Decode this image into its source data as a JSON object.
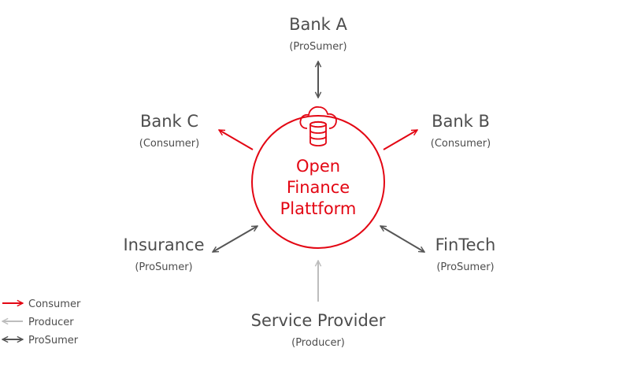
{
  "colors": {
    "consumer": "#e30613",
    "producer": "#bdbdbd",
    "prosumer": "#555555",
    "text": "#4d4d4d",
    "background": "#ffffff"
  },
  "center": {
    "icon": "cloud-database-icon",
    "lines": [
      "Open",
      "Finance",
      "Plattform"
    ]
  },
  "nodes": [
    {
      "id": "bank-a",
      "name": "Bank A",
      "role": "(ProSumer)",
      "type": "prosumer"
    },
    {
      "id": "bank-b",
      "name": "Bank B",
      "role": "(Consumer)",
      "type": "consumer"
    },
    {
      "id": "bank-c",
      "name": "Bank C",
      "role": "(Consumer)",
      "type": "consumer"
    },
    {
      "id": "insurance",
      "name": "Insurance",
      "role": "(ProSumer)",
      "type": "prosumer"
    },
    {
      "id": "fintech",
      "name": "FinTech",
      "role": "(ProSumer)",
      "type": "prosumer"
    },
    {
      "id": "service-provider",
      "name": "Service Provider",
      "role": "(Producer)",
      "type": "producer"
    }
  ],
  "legend": [
    {
      "type": "consumer",
      "label": "Consumer"
    },
    {
      "type": "producer",
      "label": "Producer"
    },
    {
      "type": "prosumer",
      "label": "ProSumer"
    }
  ]
}
